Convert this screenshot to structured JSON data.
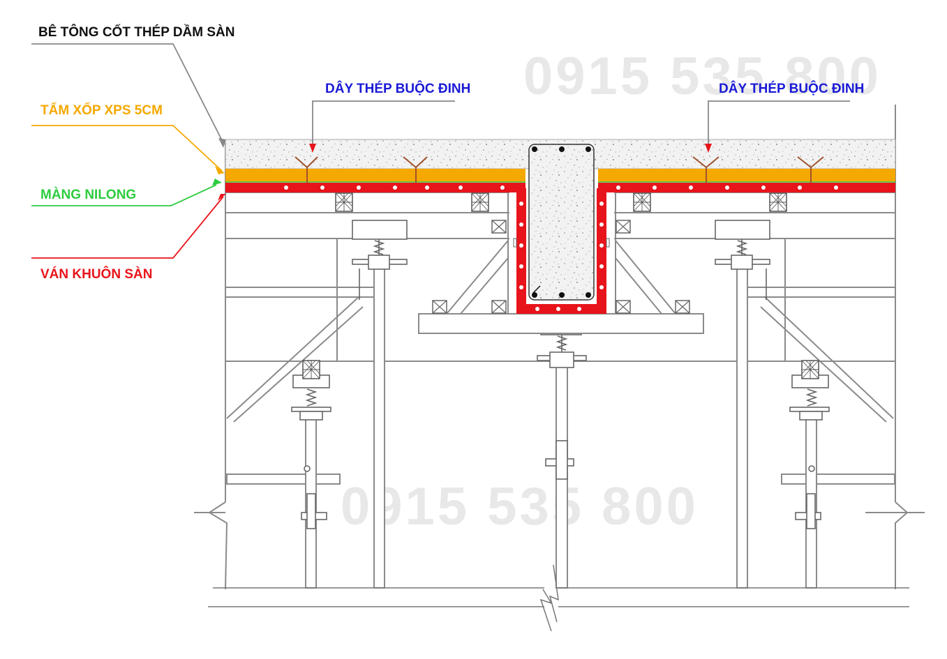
{
  "labels": {
    "concrete": "BÊ TÔNG CỐT THÉP DẦM SÀN",
    "xps": "TẤM XỐP XPS 5CM",
    "nilon": "MÀNG NILONG",
    "formwork": "VÁN KHUÔN SÀN",
    "wire_left": "DÂY THÉP BUỘC  ĐINH",
    "wire_right": "DÂY THÉP BUỘC  ĐINH"
  },
  "watermark": {
    "top": "0915 535 800",
    "bottom": "0915 535 800"
  },
  "colors": {
    "concrete_label": "#111111",
    "xps": "#f5a800",
    "nilon": "#2ecc40",
    "formwork": "#e8141b",
    "wire_label": "#1a1ad6",
    "leader_gray": "#888888",
    "steel": "#8a8a8a",
    "watermark": "#e6e6e6"
  }
}
